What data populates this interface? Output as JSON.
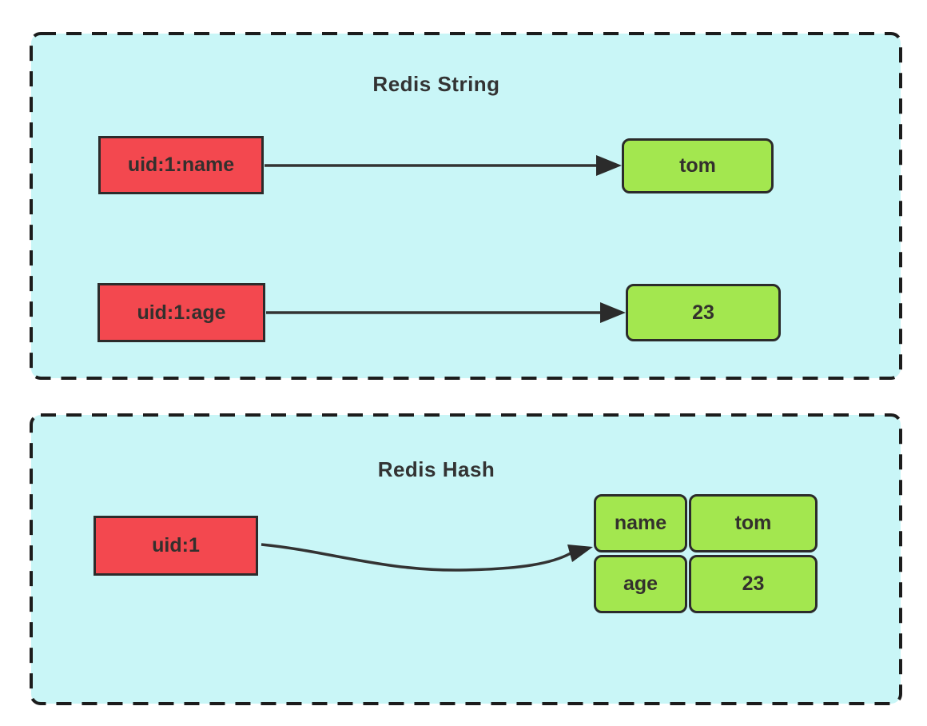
{
  "string_panel": {
    "title": "Redis String",
    "pairs": [
      {
        "key": "uid:1:name",
        "value": "tom"
      },
      {
        "key": "uid:1:age",
        "value": "23"
      }
    ]
  },
  "hash_panel": {
    "title": "Redis Hash",
    "key": "uid:1",
    "fields": [
      {
        "field": "name",
        "value": "tom"
      },
      {
        "field": "age",
        "value": "23"
      }
    ]
  },
  "colors": {
    "panel_fill": "#c9f6f7",
    "panel_border": "#1c1c1c",
    "key_fill": "#f3484f",
    "value_fill": "#a3e74f",
    "box_border": "#2b2b2b",
    "connector": "#333333",
    "text": "#33302d"
  }
}
